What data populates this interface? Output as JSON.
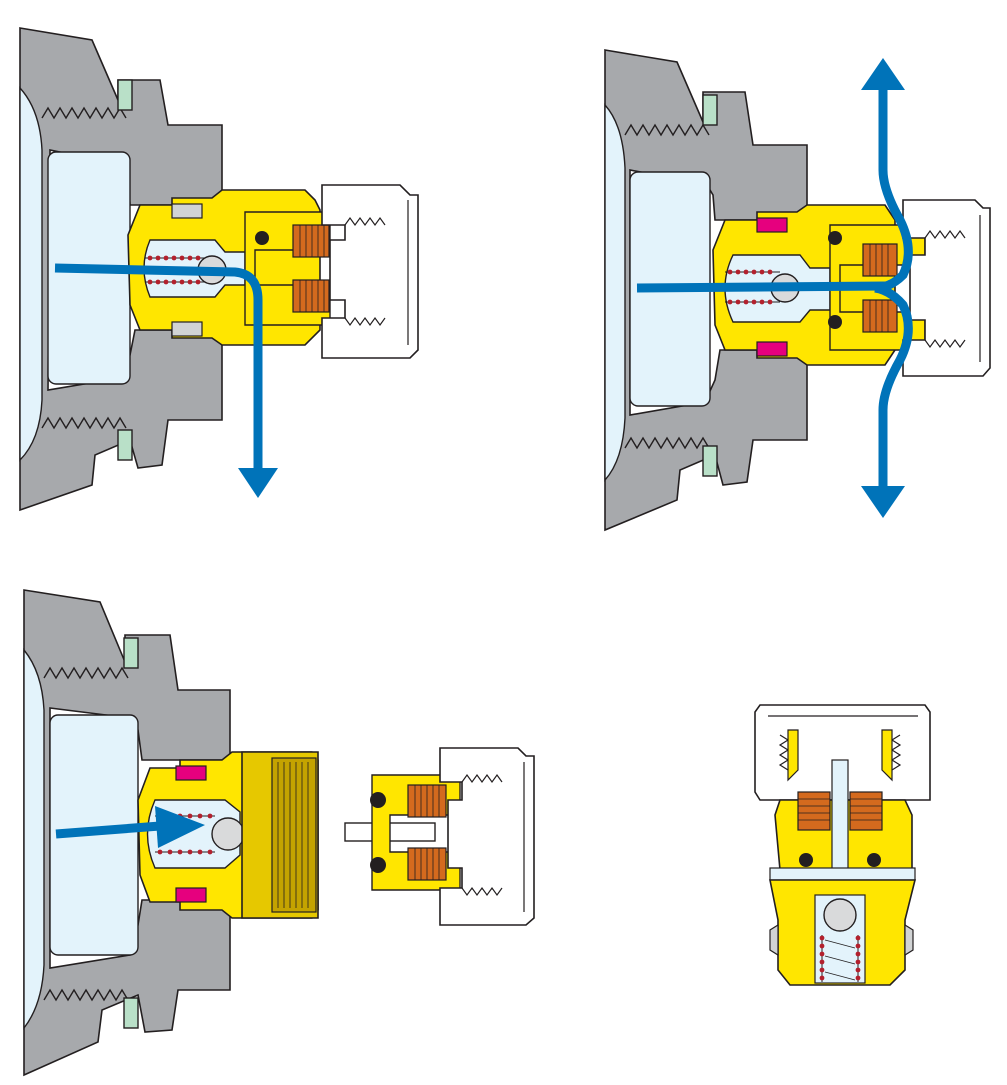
{
  "diagram": {
    "colors": {
      "housing": "#a7a9ac",
      "fluid": "#e3f3fb",
      "brass": "#ffe600",
      "brass_dark": "#c4a300",
      "flow_arrow": "#0073b9",
      "oring_green": "#b9e0c8",
      "seal_magenta": "#e6007e",
      "seal_gray": "#d1d3d4",
      "spring_coil": "#b3202d",
      "filter_copper": "#d46a1e",
      "cap_outline": "#231f20",
      "ball": "#d9dadb"
    },
    "views": [
      {
        "id": "valve-connected-drain-down",
        "flow": "down"
      },
      {
        "id": "valve-connected-flow-up-down",
        "flow": "up-down"
      },
      {
        "id": "valve-closed-coupling-separate",
        "flow": "blocked"
      },
      {
        "id": "valve-vertical-section",
        "flow": "none"
      }
    ]
  }
}
